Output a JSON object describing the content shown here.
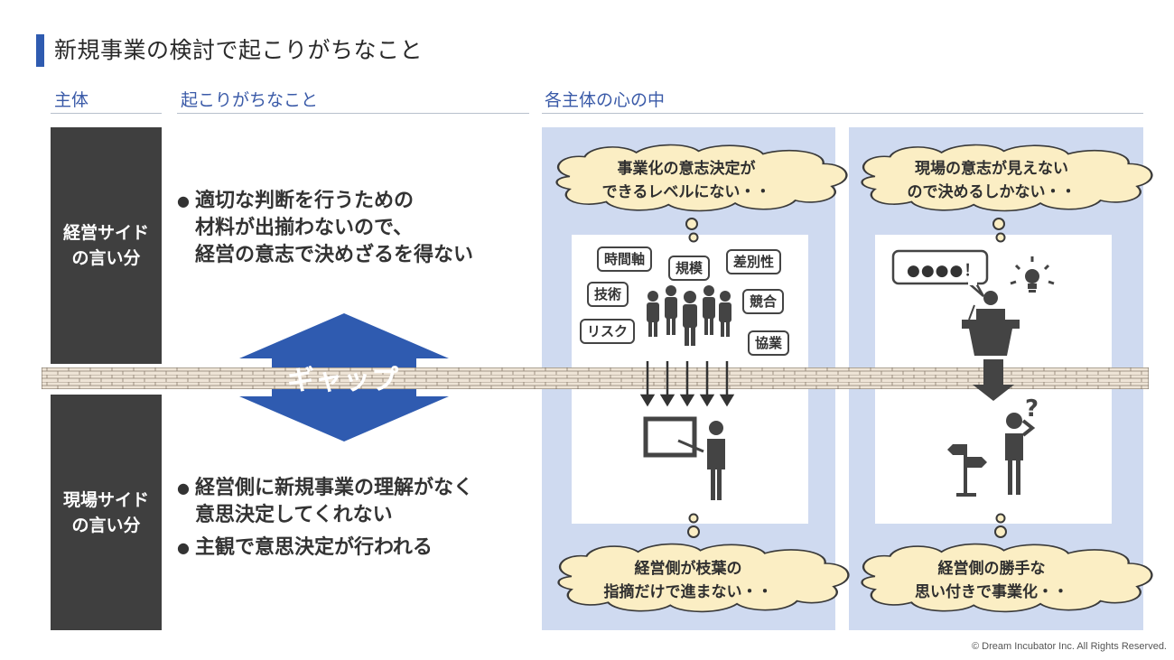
{
  "title": "新規事業の検討で起こりがちなこと",
  "headers": {
    "subject": "主体",
    "happens": "起こりがちなこと",
    "mind": "各主体の心の中"
  },
  "management": {
    "label": "経営サイド\nの言い分",
    "bullets": [
      "適切な判断を行うための\n材料が出揃わないので、\n経営の意志で決めざるを得ない"
    ]
  },
  "field": {
    "label": "現場サイド\nの言い分",
    "bullets": [
      "経営側に新規事業の理解がなく\n意思決定してくれない",
      "主観で意思決定が行われる"
    ]
  },
  "gap_label": "ギャップ",
  "panel_left": {
    "top_thought": "事業化の意志決定が\nできるレベルにない・・",
    "bottom_thought": "経営側が枝葉の\n指摘だけで進まない・・",
    "tags": [
      "時間軸",
      "規模",
      "差別性",
      "技術",
      "競合",
      "リスク",
      "協業"
    ]
  },
  "panel_right": {
    "top_thought": "現場の意志が見えない\nので決めるしかない・・",
    "bottom_thought": "経営側の勝手な\n思い付きで事業化・・",
    "speech": "●●●●！",
    "question_mark": "?"
  },
  "footer": "© Dream Incubator Inc. All Rights Reserved.",
  "colors": {
    "accent": "#2f5bb0",
    "dark_box": "#3f3f3f",
    "panel": "#cfdaf0",
    "cloud": "#fbeec4",
    "arrow": "#2f5bb0"
  }
}
